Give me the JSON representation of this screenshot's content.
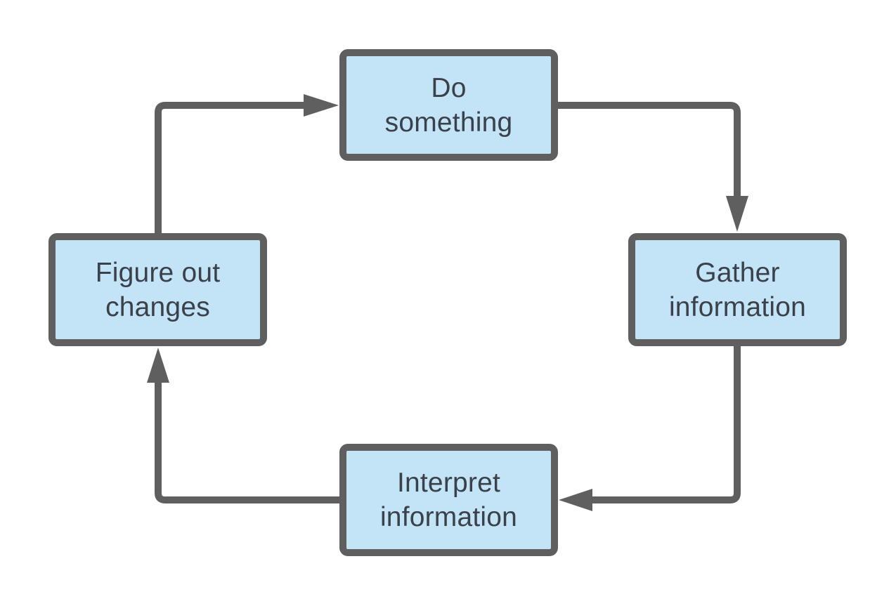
{
  "colors": {
    "node_fill": "#c3e4f6",
    "node_border": "#5f5f5f",
    "arrow": "#5f5f5f",
    "text": "#3a414a",
    "background": "#ffffff"
  },
  "nodes": {
    "do_something": {
      "label": "Do\nsomething"
    },
    "gather_information": {
      "label": "Gather\ninformation"
    },
    "interpret_information": {
      "label": "Interpret\ninformation"
    },
    "figure_out_changes": {
      "label": "Figure out\nchanges"
    }
  },
  "edges": [
    {
      "from": "do_something",
      "to": "gather_information"
    },
    {
      "from": "gather_information",
      "to": "interpret_information"
    },
    {
      "from": "interpret_information",
      "to": "figure_out_changes"
    },
    {
      "from": "figure_out_changes",
      "to": "do_something"
    }
  ]
}
